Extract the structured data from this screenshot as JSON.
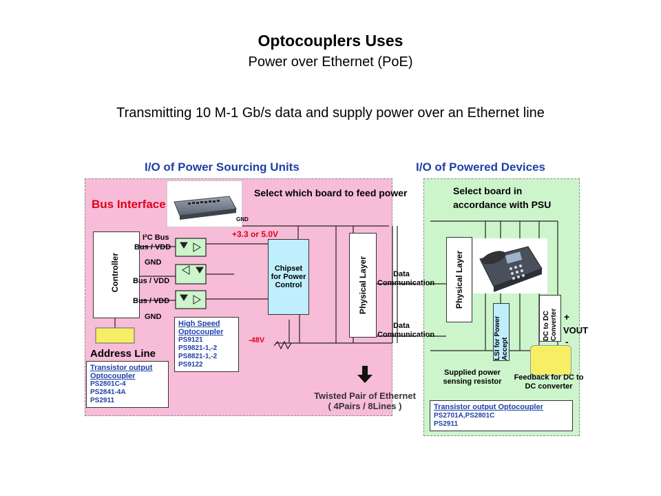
{
  "title": "Optocouplers Uses",
  "subtitle": "Power over Ethernet (PoE)",
  "description": "Transmitting 10 M-1 Gb/s data and supply power over an Ethernet line",
  "left_section": {
    "heading": "I/O of Power Sourcing Units",
    "bus_interface": "Bus Interface",
    "select_board": "Select which board to feed power",
    "controller": "Controller",
    "i2c_bus": "I²C Bus",
    "bus_vdd_1": "Bus / VDD",
    "gnd_1": "GND",
    "bus_vdd_2": "Bus / VDD",
    "bus_vdd_3": "Bus / VDD",
    "gnd_2": "GND",
    "gnd_small": "GND",
    "voltage": "+3.3 or 5.0V",
    "neg_voltage": "-48V",
    "chipset": "Chipset for Power Control",
    "physical_layer": "Physical Layer",
    "address_line": "Address Line",
    "high_speed_box": {
      "heading": "High Speed Optocoupler",
      "parts": [
        "PS9121",
        "PS9821-1,-2",
        "PS8821-1,-2",
        "PS9122"
      ]
    },
    "transistor_box": {
      "heading": "Transistor output Optocoupler",
      "parts": [
        "PS2801C-4",
        "PS2841-4A",
        "PS2911"
      ]
    }
  },
  "middle": {
    "data_comm_1": "Data Communication",
    "data_comm_2": "Data Communication",
    "twisted_pair": "Twisted Pair of Ethernet",
    "twisted_pair_sub": "( 4Pairs / 8Lines )"
  },
  "right_section": {
    "heading": "I/O of Powered Devices",
    "select_board": "Select board in accordance with PSU",
    "physical_layer": "Physical Layer",
    "lsi": "LSI for Power Accept",
    "dc_dc": "DC to DC Converter",
    "plus": "+",
    "vout": "VOUT",
    "minus": "-",
    "supplied_power": "Supplied power sensing resistor",
    "feedback": "Feedback for DC to DC converter",
    "transistor_box": {
      "heading": "Transistor output Optocoupler",
      "inline_parts": "PS2701A,PS2801C",
      "parts": [
        "PS2911"
      ]
    }
  },
  "colors": {
    "pink": "#f7bcd8",
    "green": "#cdf5cc",
    "heading_blue": "#1f3fa6",
    "red": "#e0001a",
    "cyan": "#bfeefc",
    "yellow": "#f6ef66"
  }
}
